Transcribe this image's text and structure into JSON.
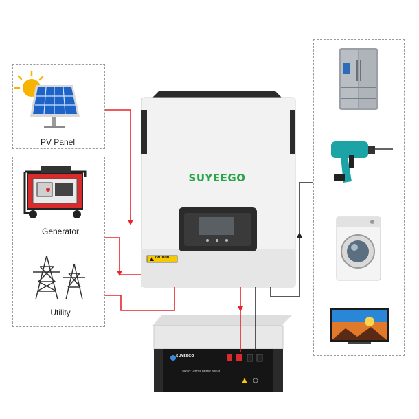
{
  "sources": {
    "pv_panel_label": "PV Panel",
    "generator_label": "Generator",
    "utility_label": "Utility"
  },
  "inverter": {
    "brand": "SUYEEGO",
    "warning_label": "CAUTION"
  },
  "battery": {
    "brand": "SUYEEGO",
    "model": "48V/5V LiFePO4 Battery Module"
  },
  "loads": {
    "items": [
      "refrigerator",
      "power-drill",
      "washing-machine",
      "television"
    ]
  },
  "colors": {
    "ac_line": "#e8232a",
    "dc_line": "#222222",
    "brand_green": "#2aa64a",
    "dashed_border": "#9a9a9a"
  }
}
